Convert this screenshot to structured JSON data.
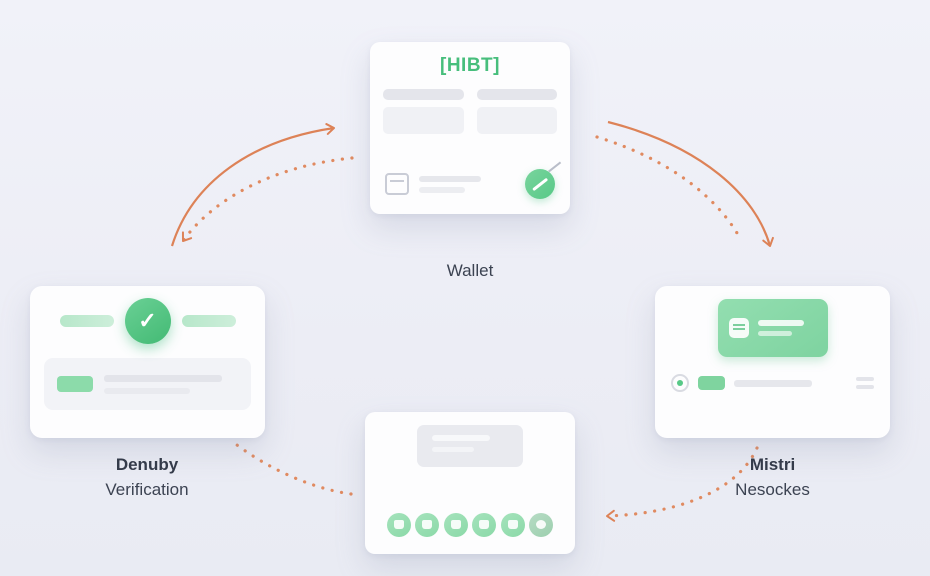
{
  "background": "#edeff6",
  "colors": {
    "card": "#fdfdfe",
    "green": "#57c987",
    "green_light": "#9be0b6",
    "orange": "#dd8257",
    "bar_gray": "#e6e7ec",
    "panel_gray": "#f2f3f7",
    "label_text": "#3c4352"
  },
  "wallet": {
    "logo_text": "[HIBT]",
    "label": "Wallet"
  },
  "identity": {
    "check_glyph": "✓",
    "label_line1": "Denuby",
    "label_line2": "Verification"
  },
  "network": {
    "label_line1": "Mistri",
    "label_line2": "Nesockes"
  },
  "services": {
    "icon_count": 6
  },
  "flow": {
    "arrow_color": "#dd8257",
    "connections": [
      "identity-to-wallet",
      "wallet-to-identity",
      "wallet-to-network",
      "network-to-services",
      "services-to-identity"
    ]
  }
}
